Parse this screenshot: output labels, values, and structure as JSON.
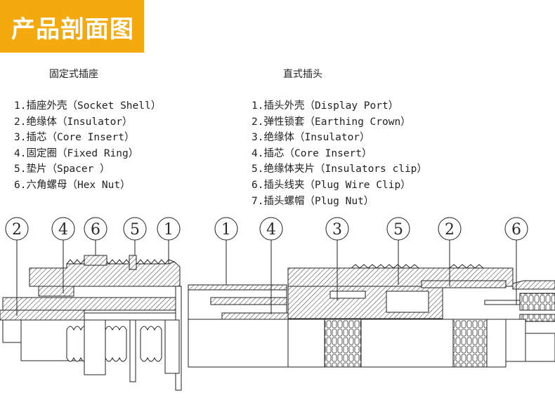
{
  "banner": {
    "title": "产品剖面图",
    "color": "#f4a90f"
  },
  "socket": {
    "title": "固定式插座",
    "parts": [
      {
        "num": "1.",
        "cn": "插座外壳",
        "en": "（Socket Shell）"
      },
      {
        "num": "2.",
        "cn": "绝缘体",
        "en": "（Insulator）"
      },
      {
        "num": "3.",
        "cn": "插芯",
        "en": "（Core Insert）"
      },
      {
        "num": "4.",
        "cn": "固定圈",
        "en": "（Fixed Ring）"
      },
      {
        "num": "5.",
        "cn": "垫片",
        "en": "（Spacer ）"
      },
      {
        "num": "6.",
        "cn": "六角螺母",
        "en": "（Hex Nut）"
      }
    ],
    "callouts": [
      "2",
      "4",
      "6",
      "5",
      "1"
    ]
  },
  "plug": {
    "title": "直式插头",
    "parts": [
      {
        "num": "1.",
        "cn": "插头外壳",
        "en": "（Display Port）"
      },
      {
        "num": "2.",
        "cn": "弹性锁套",
        "en": "（Earthing Crown）"
      },
      {
        "num": "3.",
        "cn": "绝缘体",
        "en": "（Insulator）"
      },
      {
        "num": "4.",
        "cn": "插芯",
        "en": "（Core Insert）"
      },
      {
        "num": "5.",
        "cn": "绝缘体夹片",
        "en": "（Insulators clip）"
      },
      {
        "num": "6.",
        "cn": "插头线夹",
        "en": "（Plug Wire Clip）"
      },
      {
        "num": "7.",
        "cn": "插头螺帽",
        "en": "（Plug Nut）"
      }
    ],
    "callouts": [
      "1",
      "4",
      "3",
      "5",
      "2",
      "6"
    ]
  }
}
